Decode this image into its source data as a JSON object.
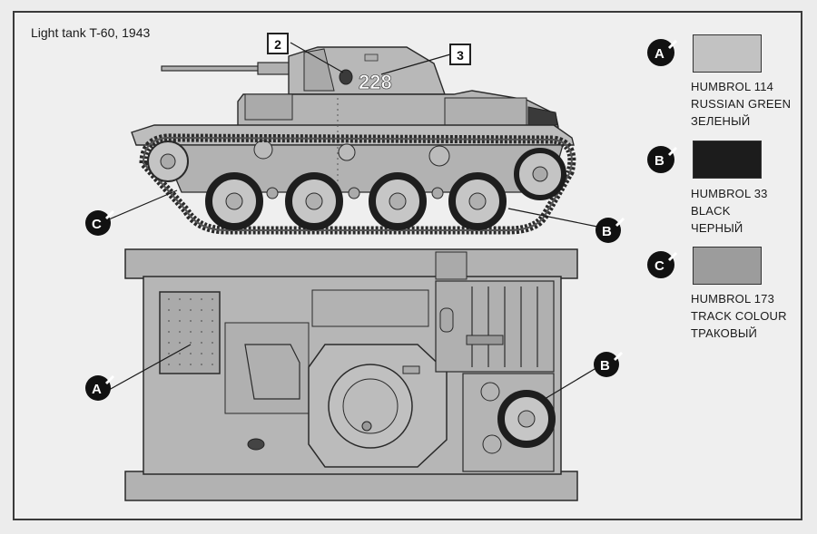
{
  "title": "Light tank T-60, 1943",
  "callouts": {
    "marking_2": "2",
    "marking_3": "3",
    "turret_number": "228"
  },
  "badges": {
    "a": "A",
    "b": "B",
    "c": "C"
  },
  "legend": [
    {
      "letter": "A",
      "line1": "HUMBROL 114",
      "line2": "RUSSIAN GREEN",
      "line3": "ЗЕЛЕНЫЙ",
      "color": "#c2c2c2"
    },
    {
      "letter": "B",
      "line1": "HUMBROL 33",
      "line2": "BLACK",
      "line3": "ЧЕРНЫЙ",
      "color": "#1c1c1c"
    },
    {
      "letter": "C",
      "line1": "HUMBROL 173",
      "line2": "TRACK COLOUR",
      "line3": "ТРАКОВЫЙ",
      "color": "#9c9c9c"
    }
  ],
  "colors": {
    "hull": "#b4b4b4",
    "hull_dark": "#a6a6a6",
    "line": "#2a2a2a",
    "track": "#4a4a4a"
  }
}
